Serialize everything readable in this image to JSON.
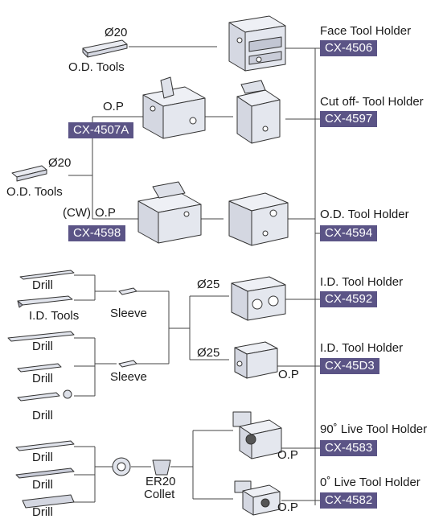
{
  "right_column": [
    {
      "title": "Face Tool Holder",
      "code": "CX-4506"
    },
    {
      "title": "Cut off- Tool Holder",
      "code": "CX-4597"
    },
    {
      "title": "O.D. Tool Holder",
      "code": "CX-4594"
    },
    {
      "title": "I.D. Tool Holder",
      "code": "CX-4592"
    },
    {
      "title": "I.D. Tool Holder",
      "code": "CX-45D3"
    },
    {
      "title": "90˚ Live Tool Holder",
      "code": "CX-4583"
    },
    {
      "title": "0˚ Live Tool Holder",
      "code": "CX-4582"
    }
  ],
  "left_codes": {
    "a": "CX-4507A",
    "b": "CX-4598"
  },
  "labels": {
    "phi20_top": "Ø20",
    "od_tools_top": "O.D. Tools",
    "op_4507a": "O.P",
    "phi20_mid": "Ø20",
    "od_tools_mid": "O.D. Tools",
    "cw": "(CW)",
    "op_4598": "O.P",
    "phi25_a": "Ø25",
    "phi25_b": "Ø25",
    "op_45d3": "O.P",
    "drill_1": "Drill",
    "id_tools": "I.D. Tools",
    "sleeve_1": "Sleeve",
    "drill_2": "Drill",
    "drill_3": "Drill",
    "sleeve_2": "Sleeve",
    "drill_4": "Drill",
    "drill_5": "Drill",
    "drill_6": "Drill",
    "drill_7": "Drill",
    "er20": "ER20",
    "collet": "Collet",
    "op_4583": "O.P",
    "op_4582": "O.P"
  },
  "colors": {
    "badge_bg": "#5b5486",
    "badge_text": "#ffffff",
    "line": "#444444",
    "tool_fill": "#eceef4"
  }
}
